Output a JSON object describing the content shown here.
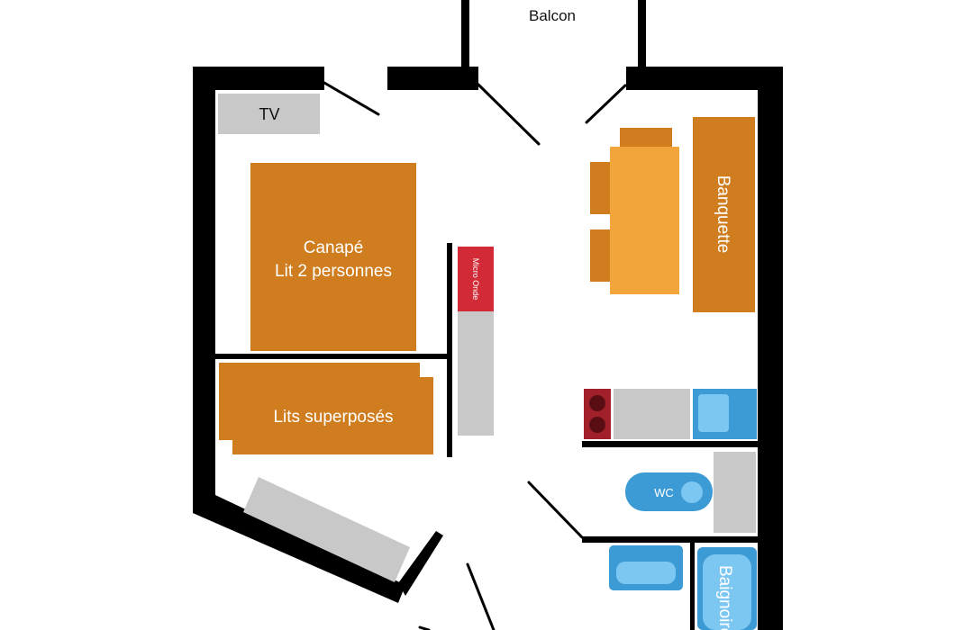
{
  "labels": {
    "balcon": "Balcon",
    "tv": "TV",
    "canape_line1": "Canapé",
    "canape_line2": "Lit 2 personnes",
    "lits": "Lits superposés",
    "micro": "Micro Onde",
    "banquette": "Banquette",
    "wc": "WC",
    "baignoire": "Baignoire"
  },
  "colors": {
    "wall": "#000000",
    "furniture": "#cf7d1e",
    "table": "#f2a53a",
    "appliance": "#c8c8c8",
    "microwave": "#d22a36",
    "hob": "#a1202a",
    "sanitary": "#3c9bd4",
    "sanitary_light": "#7cc6f2"
  }
}
